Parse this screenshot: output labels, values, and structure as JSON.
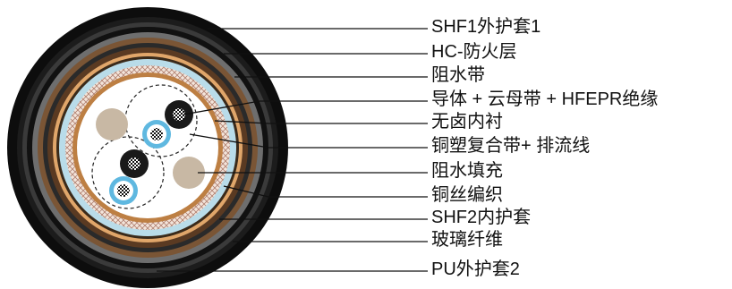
{
  "diagram": {
    "labels": [
      "SHF1外护套1",
      "HC-防火层",
      "阻水带",
      "导体 + 云母带 + HFEPR绝缘",
      "无卤内衬",
      "铜塑复合带+ 排流线",
      "阻水填充",
      "铜丝编织",
      "SHF2内护套",
      "玻璃纤维",
      "PU外护套2"
    ],
    "colors": {
      "outer_sheath": "#0d0d0d",
      "fire_layer": "#5a3a22",
      "sheath_grey": "#6e6e6e",
      "copper_tape": "#e0a66a",
      "water_block_tape": "#b9dce9",
      "braid": "#e8d3c6",
      "inner_sheath": "#bd7f43",
      "filler": "#ffffff",
      "conductor": "#1a1a1a",
      "blue_core": "#5fb8e0",
      "beige_filler": "#c8b8a4"
    }
  }
}
